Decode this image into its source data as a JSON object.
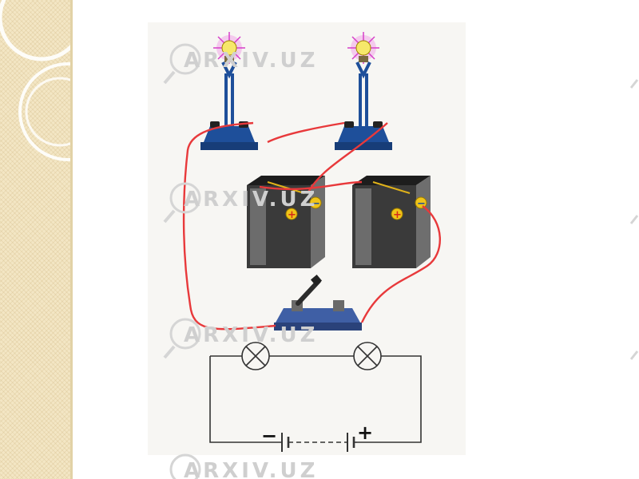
{
  "watermark": {
    "text": "ARXIV.UZ",
    "color": "#cfcfcf"
  },
  "sidebar": {
    "background": "#f3e6c4",
    "circle_color": "#ffffff"
  },
  "illustration": {
    "components": [
      "bulb-on-stand",
      "bulb-on-stand",
      "battery",
      "battery",
      "knife-switch"
    ],
    "wire_color": "#e8393b",
    "stand_color": "#1e4f9a",
    "battery_terminal_plus": "+",
    "battery_terminal_minus": "−"
  },
  "schematic": {
    "minus_sign": "−",
    "plus_sign": "+",
    "lamp_count": 2
  }
}
